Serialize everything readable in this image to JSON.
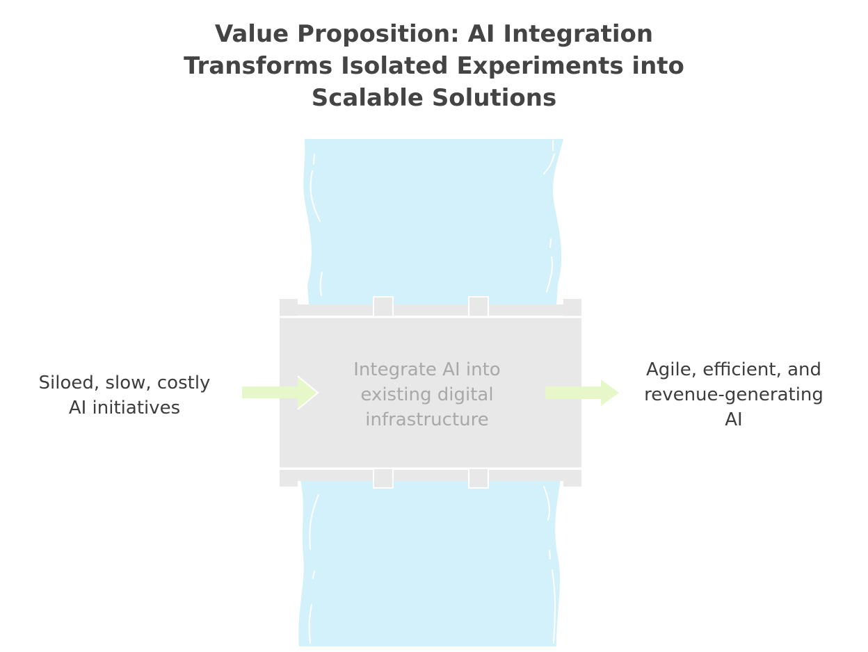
{
  "title": {
    "line1": "Value Proposition: AI Integration",
    "line2": "Transforms Isolated Experiments into",
    "line3": "Scalable Solutions"
  },
  "input": {
    "line1": "Siloed, slow, costly",
    "line2": "AI initiatives"
  },
  "process": {
    "line1": "Integrate AI into",
    "line2": "existing digital",
    "line3": "infrastructure"
  },
  "output": {
    "line1": "Agile, efficient, and",
    "line2": "revenue-generating",
    "line3": "AI"
  },
  "colors": {
    "river": "#d3f1fb",
    "river_highlight": "#ffffff",
    "bridge": "#e9e8e8",
    "arrow": "#e6f8c9",
    "text": "#3c3c3c",
    "process_text": "#a8a8a8"
  },
  "icons": {
    "river": "river-icon",
    "bridge": "bridge-icon",
    "input_arrow": "arrow-right-icon",
    "output_arrow": "arrow-right-icon"
  }
}
